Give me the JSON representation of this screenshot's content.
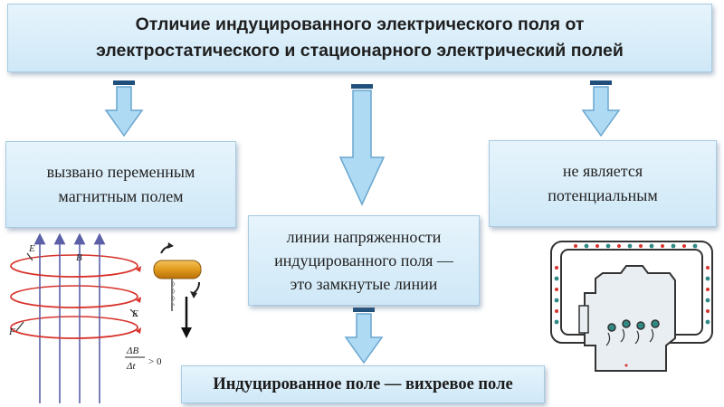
{
  "title": {
    "line1": "Отличие индуцированного электрического поля от",
    "line2": "электростатического и стационарного электрический полей"
  },
  "boxes": {
    "left": {
      "line1": "вызвано переменным",
      "line2": "магнитным полем"
    },
    "middle": {
      "line1": "линии напряженности",
      "line2": "индуцированного поля —",
      "line3": "это замкнутые линии"
    },
    "right": {
      "line1": "не является",
      "line2": "потенциальным"
    },
    "bottom": {
      "text": "Индуцированное поле — вихревое поле"
    }
  },
  "left_illustration": {
    "label_E_top": "E",
    "label_B": "B",
    "label_E_right": "E",
    "label_F": "F",
    "formula_num": "ΔB",
    "formula_den": "Δt",
    "formula_rel": "> 0"
  },
  "colors": {
    "box_fill": "#d9eef9",
    "arrow_fill": "#aedaf3",
    "field_line": "#5a5fa8",
    "ring": "#d8322b"
  }
}
